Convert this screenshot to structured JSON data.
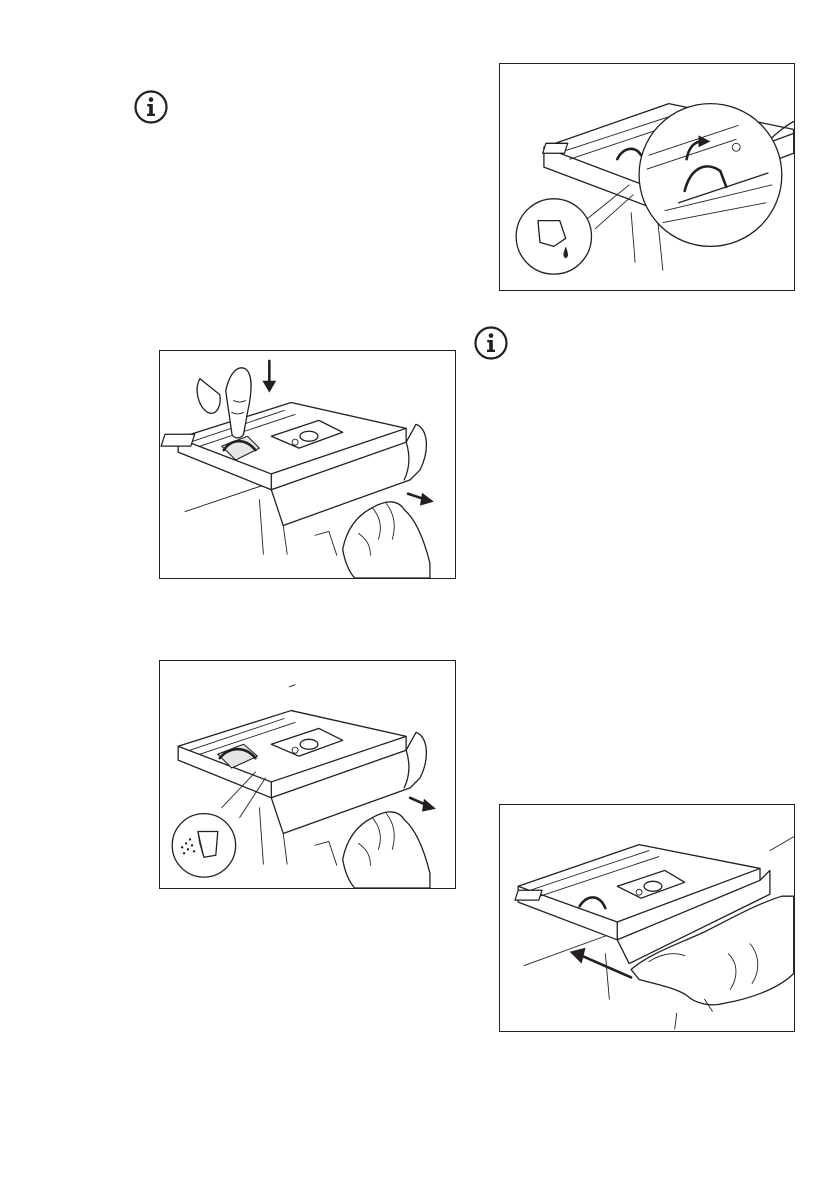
{
  "page": {
    "background": "#ffffff",
    "ink_color": "#231f20"
  },
  "icons": [
    {
      "name": "info-icon",
      "glyph": "i"
    },
    {
      "name": "info-icon",
      "glyph": "i"
    }
  ],
  "figures": [
    {
      "name": "figure-press-lever-pull-drawer",
      "icons": [
        "press-arrow-icon",
        "pull-arrow-icon"
      ]
    },
    {
      "name": "figure-powder-detergent-position",
      "icons": [
        "powder-detergent-icon",
        "pull-arrow-icon"
      ]
    },
    {
      "name": "figure-liquid-detergent-flap",
      "icons": [
        "liquid-detergent-icon",
        "flip-arrow-icon"
      ]
    },
    {
      "name": "figure-push-drawer-in",
      "icons": [
        "push-arrow-icon"
      ]
    }
  ]
}
